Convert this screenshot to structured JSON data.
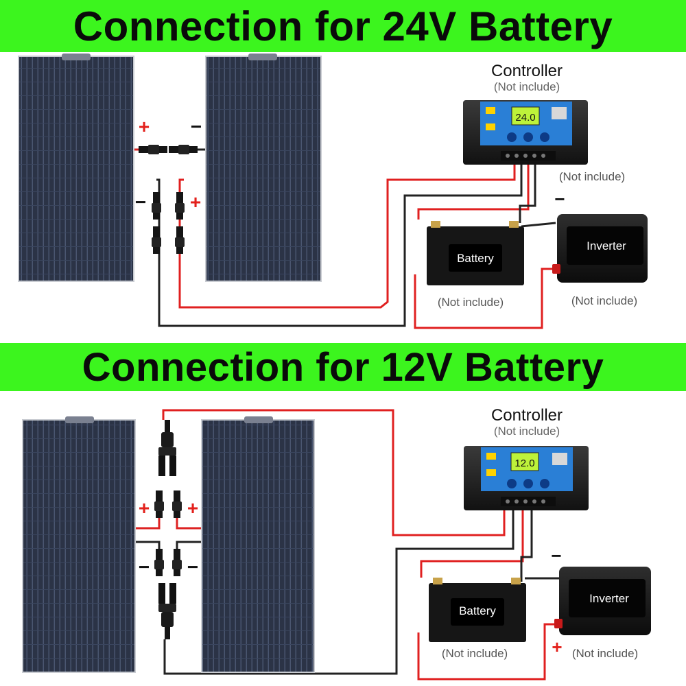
{
  "sections": [
    {
      "title": "Connection for 24V Battery",
      "controller": {
        "label": "Controller",
        "note": "(Not include)",
        "display": "24.0"
      },
      "controller_side_note": "(Not include)",
      "battery": {
        "label": "Battery",
        "note": "(Not include)"
      },
      "inverter": {
        "label": "Inverter",
        "note": "(Not include)"
      },
      "signs": {
        "series_plus": "+",
        "series_minus": "−",
        "out_minus": "−",
        "out_plus": "+",
        "inverter_minus": "−"
      }
    },
    {
      "title": "Connection for 12V Battery",
      "controller": {
        "label": "Controller",
        "note": "(Not include)",
        "display": "12.0"
      },
      "battery": {
        "label": "Battery",
        "note": "(Not include)"
      },
      "inverter": {
        "label": "Inverter",
        "note": "(Not include)"
      },
      "signs": {
        "plus_left": "+",
        "plus_right": "+",
        "minus_left": "−",
        "minus_right": "−",
        "inverter_minus": "−",
        "inverter_plus": "+"
      }
    }
  ],
  "colors": {
    "banner": "#3cf51e",
    "panel": "#2b3346",
    "panel_line": "#4a5670",
    "wire_positive": "#e02020",
    "wire_negative": "#222222",
    "controller_face": "#2a7fd6",
    "sign_red": "#e3201b"
  }
}
